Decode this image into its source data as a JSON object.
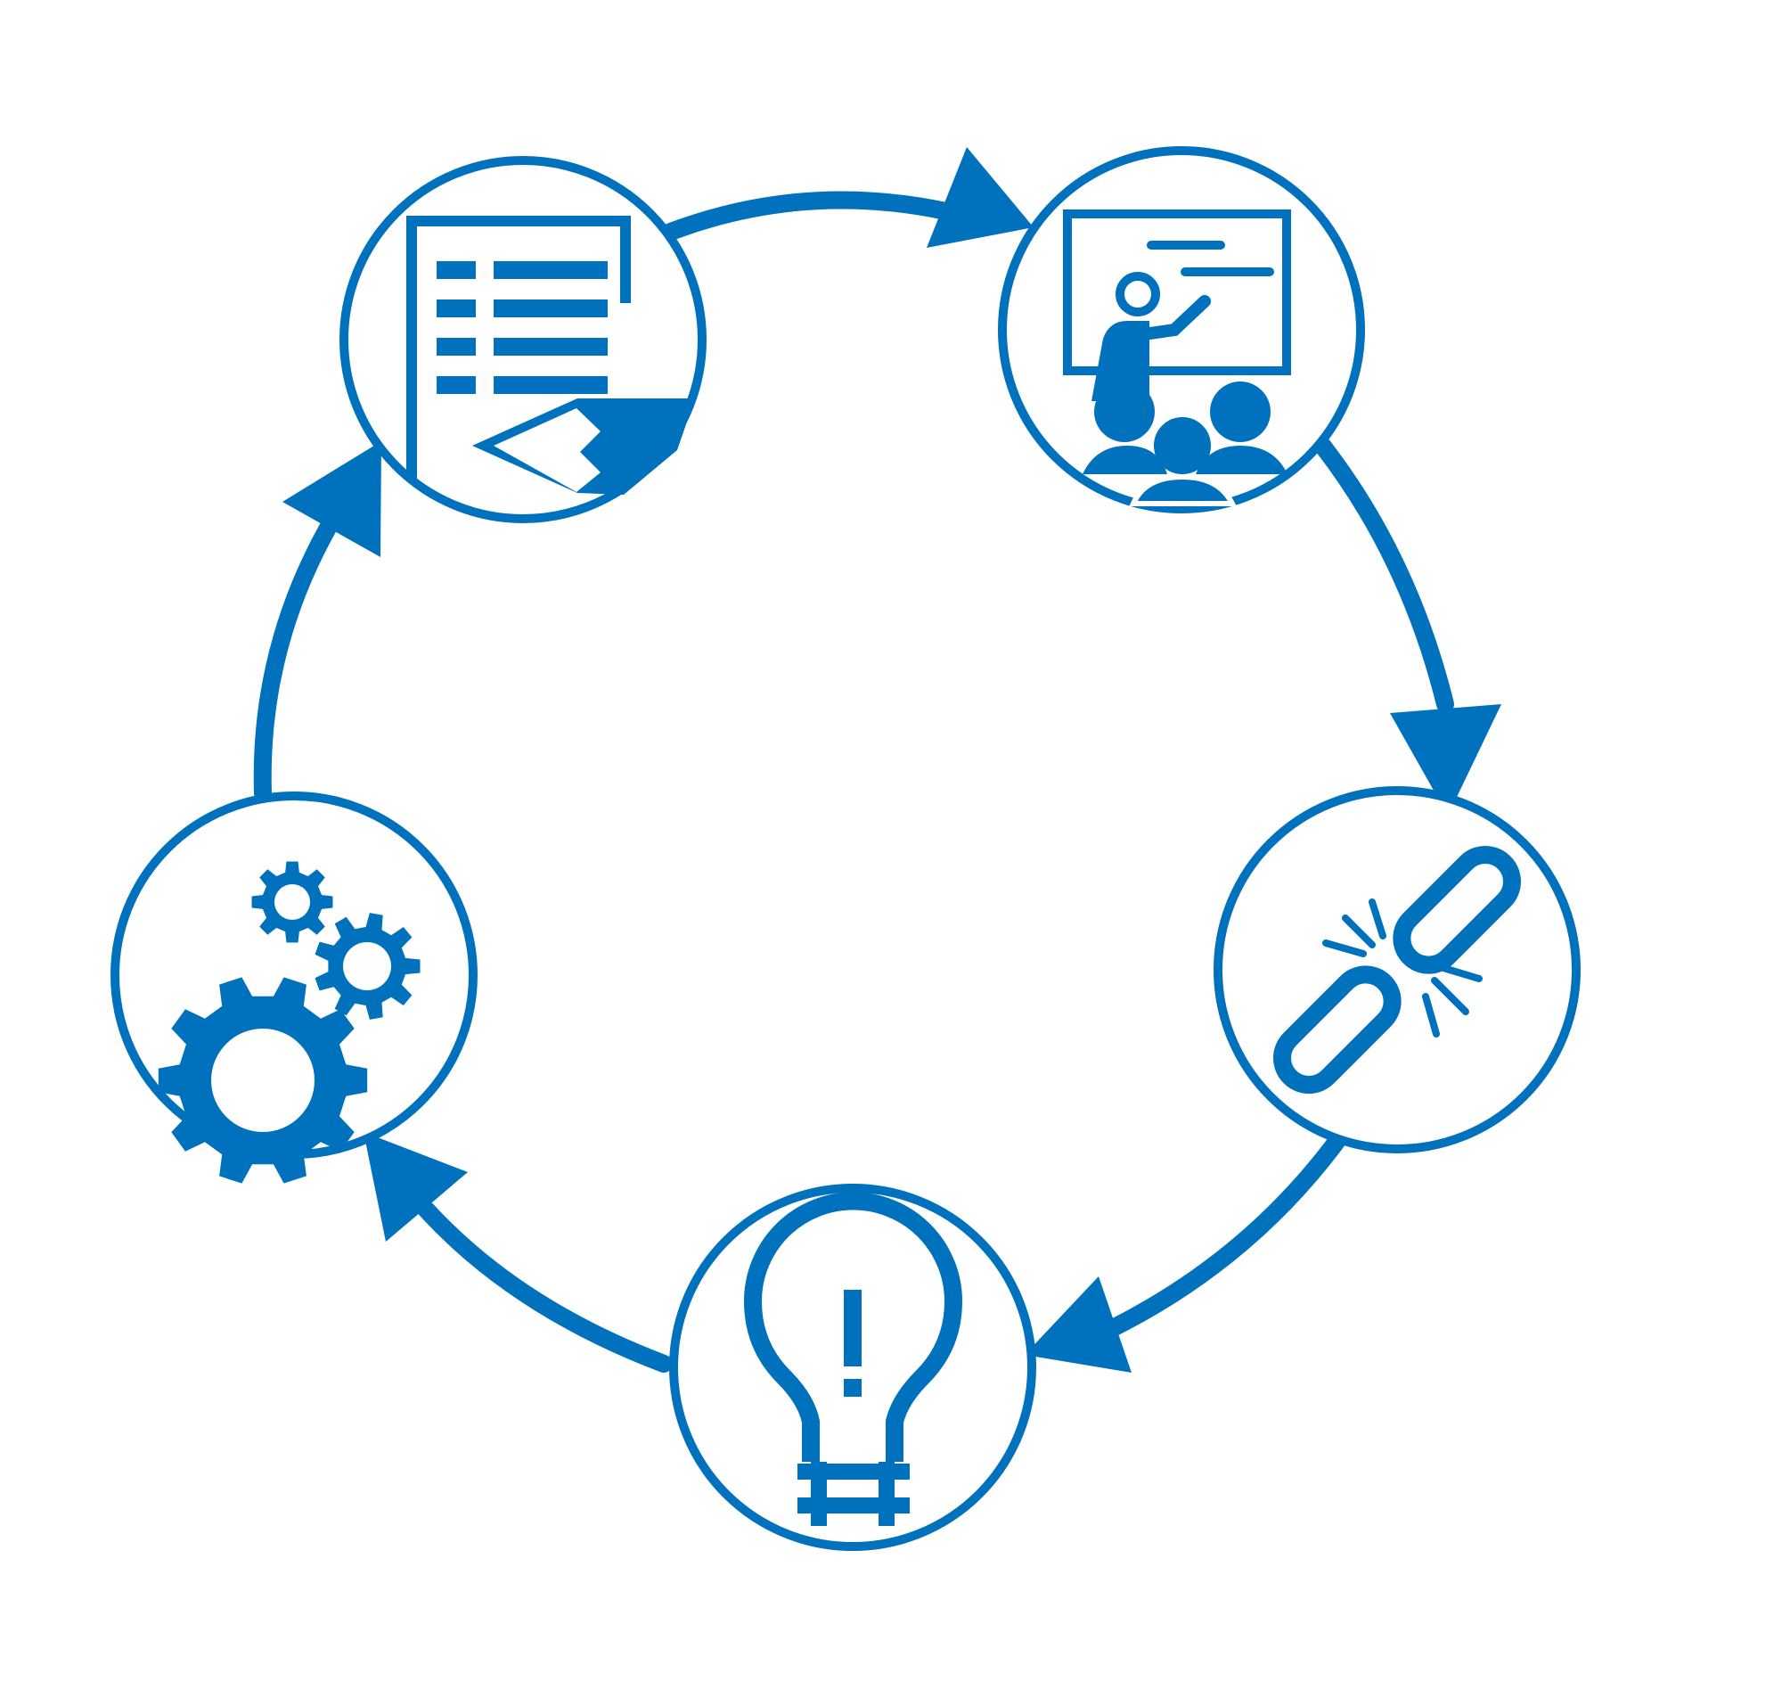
{
  "diagram": {
    "type": "cycle",
    "accent_color": "#0071bc",
    "background_color": "#ffffff",
    "nodes": [
      {
        "id": "document",
        "icon": "document-edit-icon"
      },
      {
        "id": "presentation",
        "icon": "presentation-audience-icon"
      },
      {
        "id": "broken-link",
        "icon": "broken-link-icon"
      },
      {
        "id": "idea",
        "icon": "lightbulb-exclamation-icon"
      },
      {
        "id": "gears",
        "icon": "gears-icon"
      }
    ],
    "flow": [
      {
        "from": "document",
        "to": "presentation"
      },
      {
        "from": "presentation",
        "to": "broken-link"
      },
      {
        "from": "broken-link",
        "to": "idea"
      },
      {
        "from": "idea",
        "to": "gears"
      },
      {
        "from": "gears",
        "to": "document"
      }
    ]
  }
}
